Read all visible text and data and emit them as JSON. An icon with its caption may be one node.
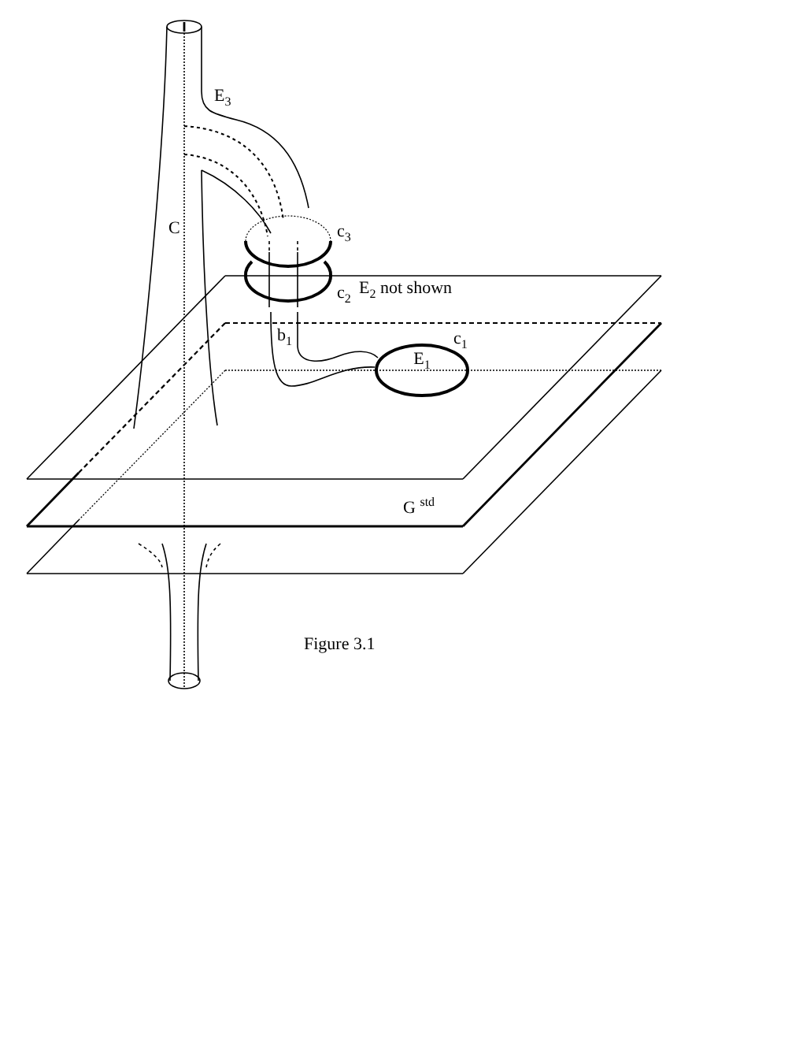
{
  "diagram": {
    "caption": "Figure 3.1",
    "nodes": [
      {
        "text": [
          "E$_{1}$"
        ],
        "beside": [
          "c$_{1}$"
        ]
      }
    ],
    "edges": [],
    "labels": [
      "E$_{3}$",
      "C",
      "c$_{3}$",
      "c$_{2}$",
      "E$_{2}$ not shown",
      "b$_{1}$",
      "G $^{std}$"
    ]
  }
}
